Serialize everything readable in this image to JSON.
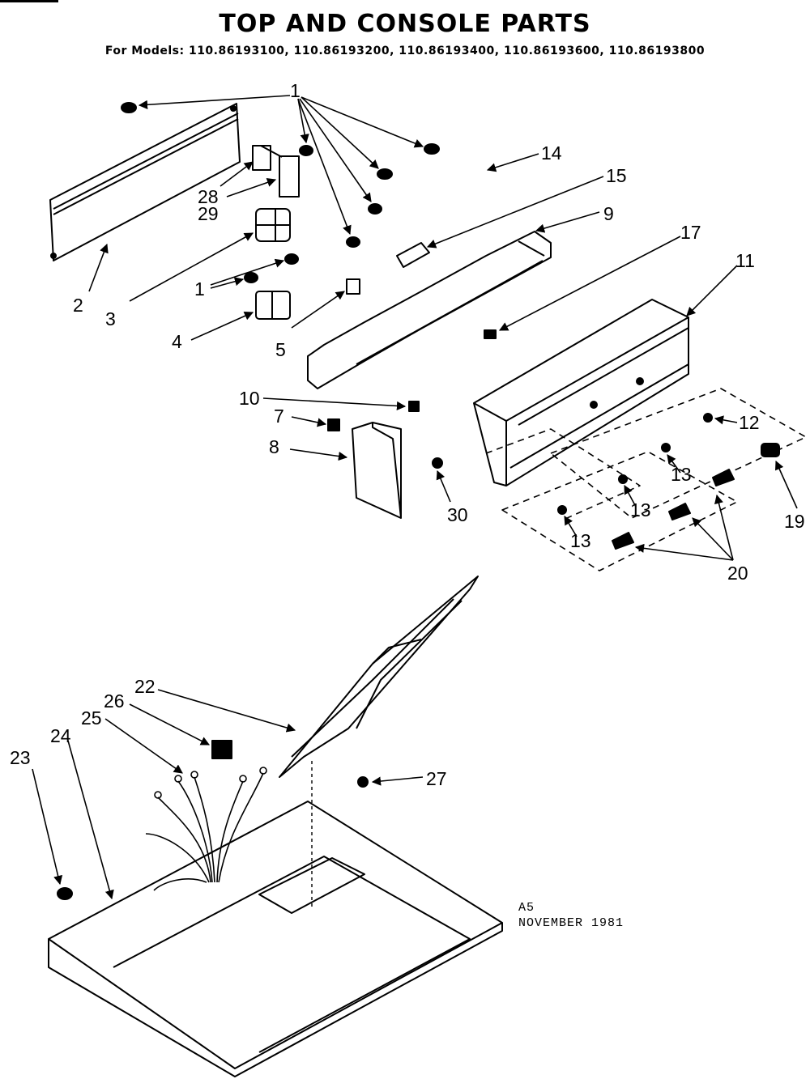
{
  "title": "TOP AND CONSOLE PARTS",
  "subtitle": "For Models: 110.86193100, 110.86193200, 110.86193400, 110.86193600, 110.86193800",
  "callouts": {
    "c1": "1",
    "c1b": "1",
    "c2": "2",
    "c3": "3",
    "c4": "4",
    "c5": "5",
    "c7": "7",
    "c8": "8",
    "c9": "9",
    "c10": "10",
    "c11": "11",
    "c12": "12",
    "c13a": "13",
    "c13b": "13",
    "c13c": "13",
    "c14": "14",
    "c15": "15",
    "c17": "17",
    "c19": "19",
    "c20": "20",
    "c22": "22",
    "c23": "23",
    "c24": "24",
    "c25": "25",
    "c26": "26",
    "c27": "27",
    "c28": "28",
    "c29": "29",
    "c30": "30"
  },
  "note": {
    "line1": "A5",
    "line2": "NOVEMBER 1981"
  }
}
